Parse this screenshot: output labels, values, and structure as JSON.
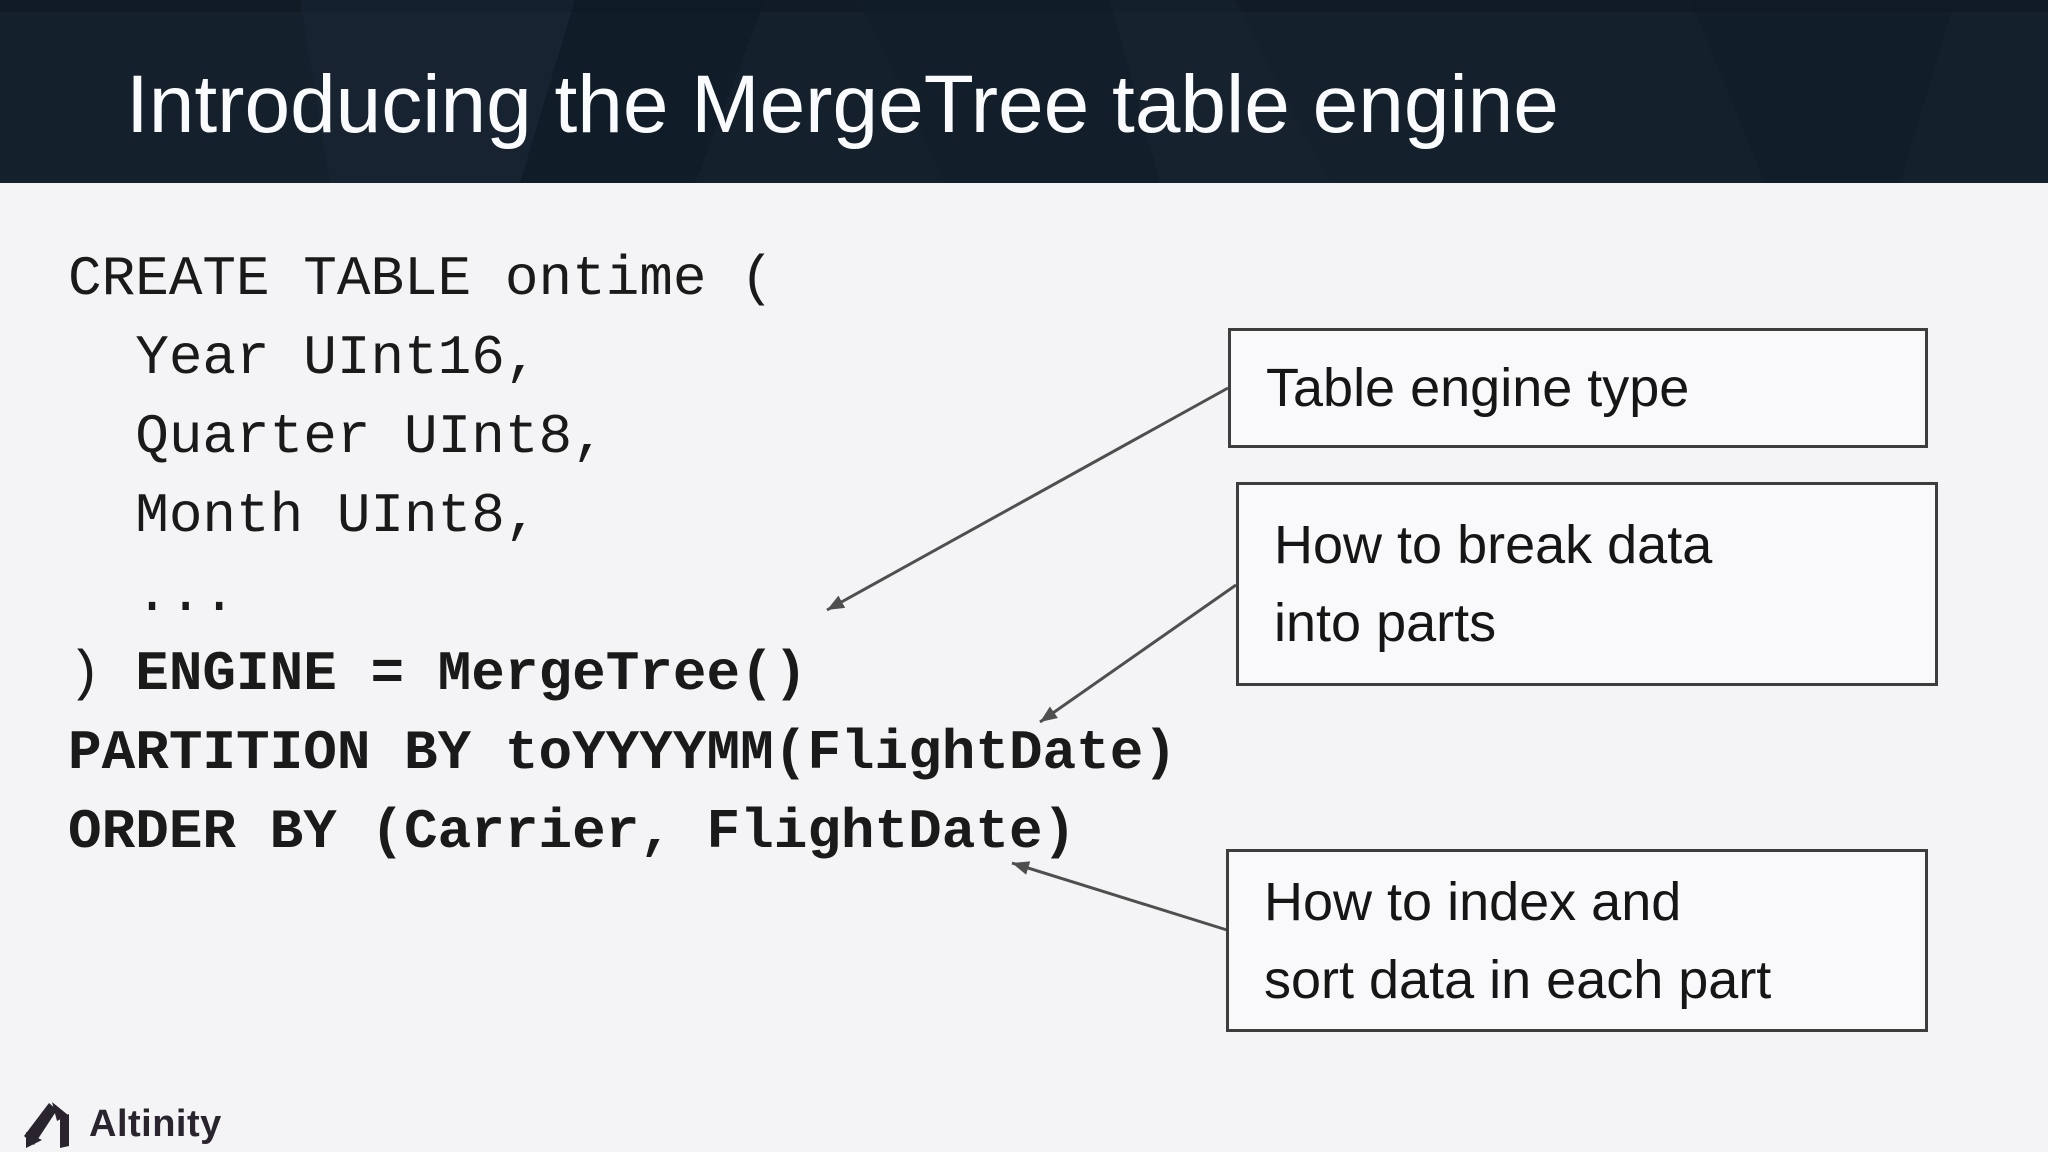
{
  "slide": {
    "title": "Introducing the MergeTree table engine",
    "code": {
      "lines": [
        {
          "text": "CREATE TABLE ontime ("
        },
        {
          "text": "  Year UInt16,"
        },
        {
          "text": "  Quarter UInt8,"
        },
        {
          "text": "  Month UInt8,"
        },
        {
          "text": "  ..."
        },
        {
          "prefix": ") ",
          "text": "ENGINE = MergeTree()"
        },
        {
          "text": "PARTITION BY toYYYYMM(FlightDate)"
        },
        {
          "text": "ORDER BY (Carrier, FlightDate)"
        }
      ]
    },
    "callouts": [
      {
        "line1": "Table engine type"
      },
      {
        "line1": "How to break data",
        "line2": "into parts"
      },
      {
        "line1": "How to index and",
        "line2": "sort data in each part"
      }
    ],
    "footer": {
      "brand": "Altinity"
    }
  },
  "colors": {
    "header_background": "#14202c",
    "body_background": "#f4f4f6",
    "title_text": "#fafbfc",
    "code_text": "#1a1a1a",
    "callout_border": "#3d3d3d",
    "callout_background": "#f9f9fb",
    "arrow": "#4f4f4f",
    "brand_text": "#29242e"
  }
}
